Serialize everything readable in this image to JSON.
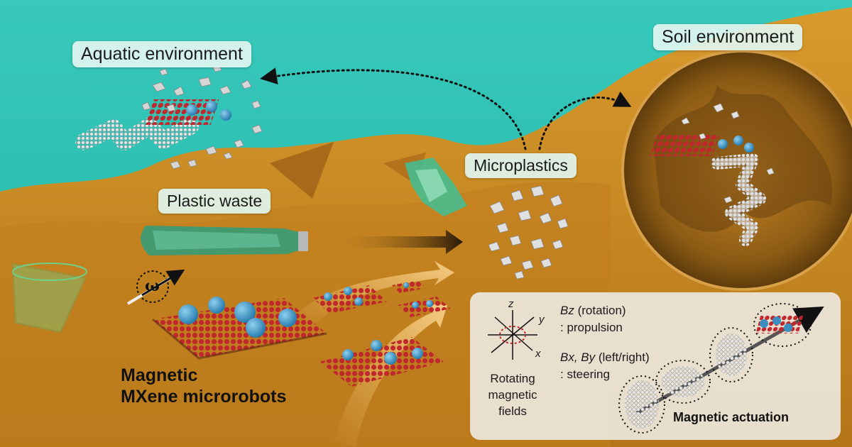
{
  "labels": {
    "aquatic": "Aquatic environment",
    "soil": "Soil environment",
    "plastic_waste": "Plastic waste",
    "microplastics": "Microplastics",
    "omega": "ω"
  },
  "title": {
    "line1": "Magnetic",
    "line2": "MXene microrobots"
  },
  "panel": {
    "axis_z": "z",
    "axis_y": "y",
    "axis_x": "x",
    "bz_var": "Bz",
    "bz_desc": " (rotation)",
    "bz_effect": ": propulsion",
    "bxy_var": "Bx, By",
    "bxy_desc": " (left/right)",
    "bxy_effect": ": steering",
    "rot_line1": "Rotating",
    "rot_line2": "magnetic",
    "rot_line3": "fields",
    "actuation": "Magnetic actuation"
  },
  "colors": {
    "water": "#2cc4b4",
    "sand": "#c88a22",
    "mxene_red": "#c0282d",
    "particle_blue": "#3a8fc0"
  }
}
